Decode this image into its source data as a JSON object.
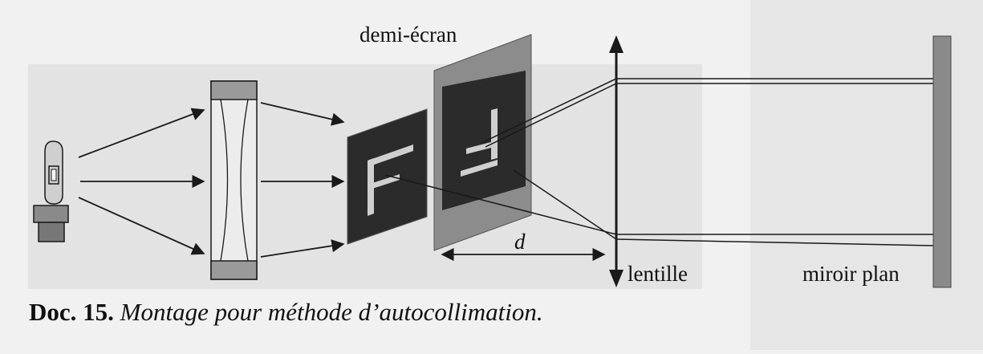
{
  "labels": {
    "half_screen": "demi-écran",
    "distance": "d",
    "lens": "lentille",
    "mirror": "miroir plan"
  },
  "caption": {
    "number": "Doc. 15.",
    "text": "Montage pour méthode d’autocollimation."
  },
  "object_letter": "F",
  "colors": {
    "background": "#f1f1f1",
    "ink": "#1a1a1a",
    "slide": "#2b2b2b",
    "screen": "#8c8c8c",
    "mirror": "#8a8a8a"
  }
}
